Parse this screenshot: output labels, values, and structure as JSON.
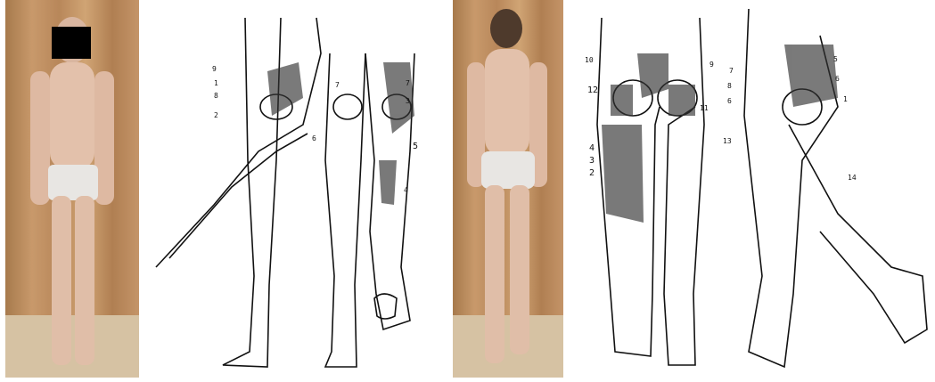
{
  "panels": [
    {
      "id": "photo-front",
      "kind": "photo"
    },
    {
      "id": "diagram-front",
      "kind": "diagram",
      "labels": [
        "9",
        "1",
        "8",
        "2",
        "6",
        "5",
        "7",
        "3",
        "4",
        "7"
      ]
    },
    {
      "id": "photo-back",
      "kind": "photo"
    },
    {
      "id": "diagram-back",
      "kind": "diagram",
      "labels": [
        "10",
        "9",
        "12",
        "11",
        "4",
        "3",
        "2",
        "5",
        "7",
        "8",
        "6",
        "6",
        "1",
        "13",
        "14"
      ]
    }
  ]
}
